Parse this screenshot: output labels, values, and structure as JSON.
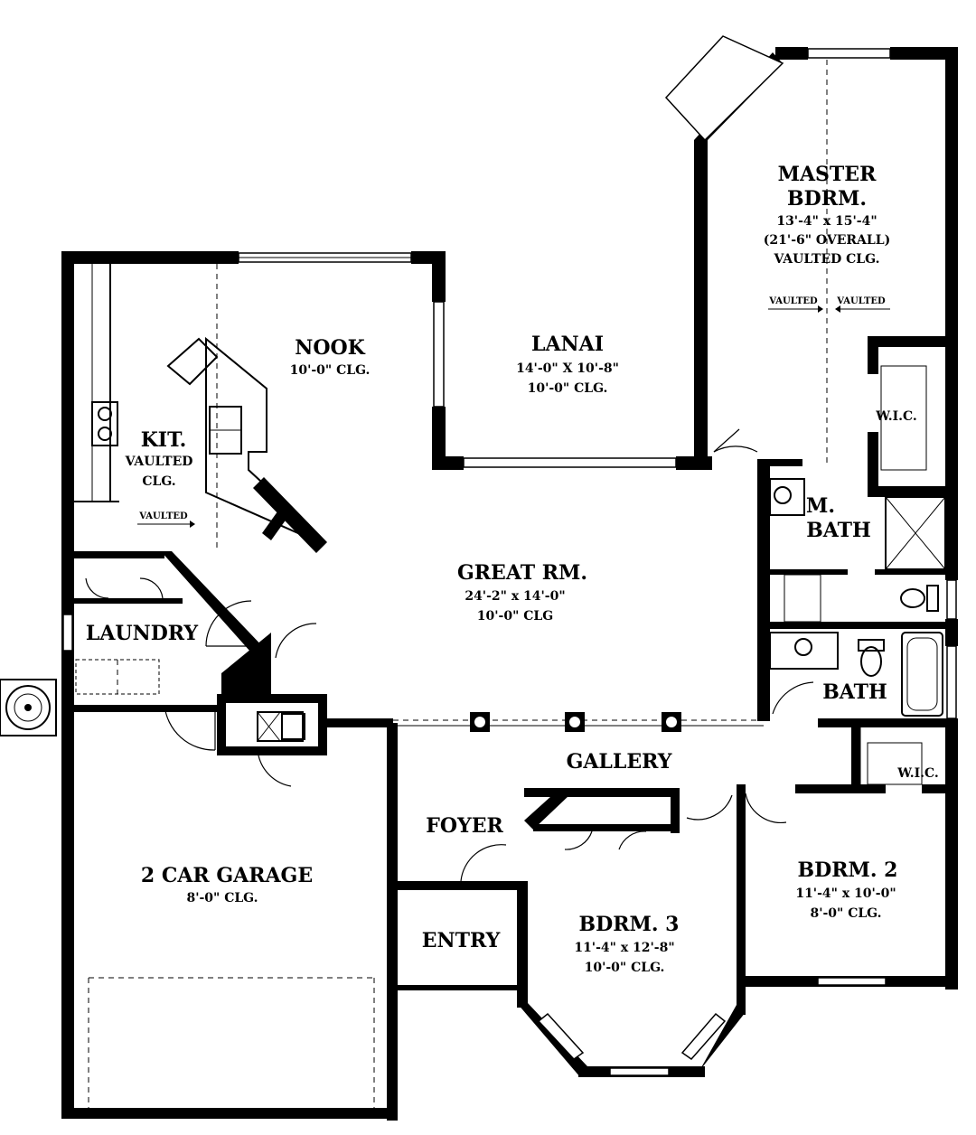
{
  "rooms": {
    "master": {
      "name_line1": "MASTER",
      "name_line2": "BDRM.",
      "dims": "13'-4\" x 15'-4\"",
      "overall": "(21'-6\" OVERALL)",
      "ceiling": "VAULTED CLG."
    },
    "master_vault_left": "VAULTED",
    "master_vault_right": "VAULTED",
    "nook": {
      "name": "NOOK",
      "ceiling": "10'-0\" CLG."
    },
    "lanai": {
      "name": "LANAI",
      "dims": "14'-0\" X 10'-8\"",
      "ceiling": "10'-0\" CLG."
    },
    "kitchen": {
      "name": "KIT.",
      "line2": "VAULTED",
      "line3": "CLG.",
      "vault_arrow": "VAULTED"
    },
    "wic_master": "W.I.C.",
    "master_bath": {
      "line1": "M.",
      "line2": "BATH"
    },
    "great_room": {
      "name": "GREAT RM.",
      "dims": "24'-2\" x 14'-0\"",
      "ceiling": "10'-0\" CLG"
    },
    "laundry": "LAUNDRY",
    "bath": "BATH",
    "gallery": "GALLERY",
    "wic_bdrm2": "W.I.C.",
    "foyer": "FOYER",
    "garage": {
      "name": "2 CAR GARAGE",
      "ceiling": "8'-0\" CLG."
    },
    "bdrm2": {
      "name": "BDRM. 2",
      "dims": "11'-4\" x 10'-0\"",
      "ceiling": "8'-0\" CLG."
    },
    "bdrm3": {
      "name": "BDRM. 3",
      "dims": "11'-4\" x 12'-8\"",
      "ceiling": "10'-0\" CLG."
    },
    "entry": "ENTRY"
  },
  "colors": {
    "ink": "#000000",
    "paper": "#ffffff"
  }
}
